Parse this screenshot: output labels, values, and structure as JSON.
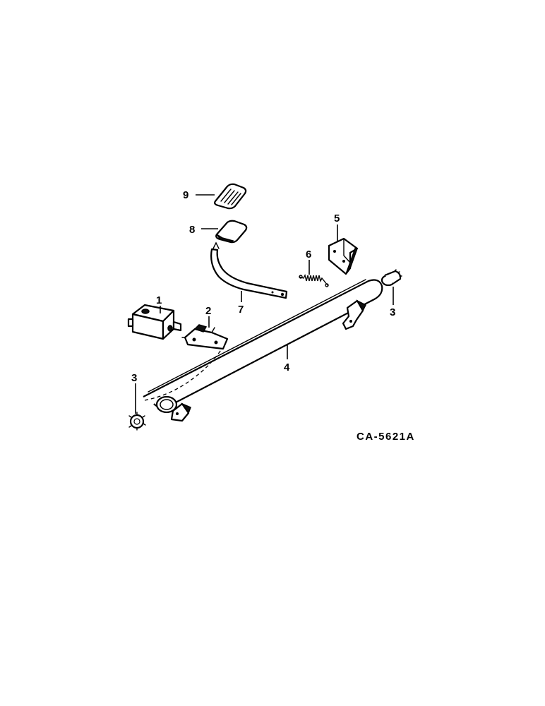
{
  "figure_id": "CA-5621A",
  "callouts": {
    "c1": "1",
    "c2": "2",
    "c3_left": "3",
    "c3_right": "3",
    "c4": "4",
    "c5": "5",
    "c6": "6",
    "c7": "7",
    "c8": "8",
    "c9": "9"
  }
}
